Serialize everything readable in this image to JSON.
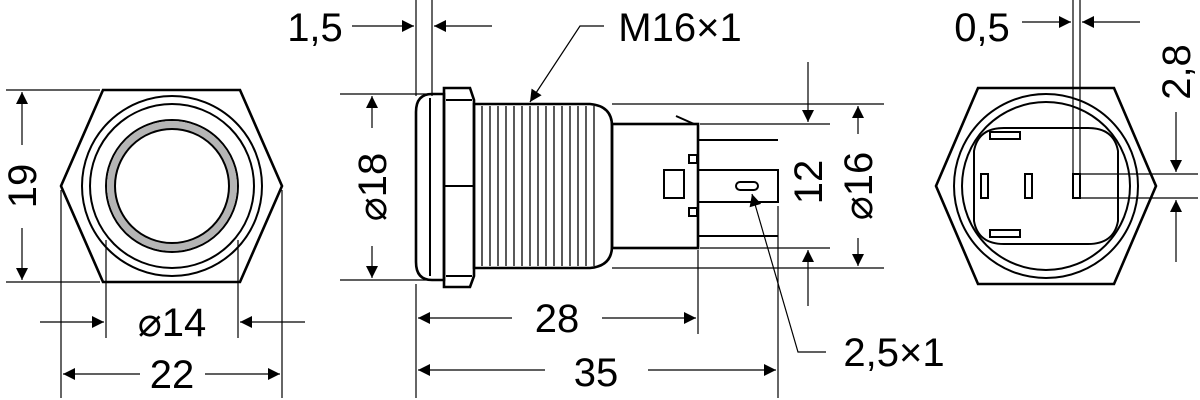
{
  "dimensions": {
    "front_height": "19",
    "front_diameter": "⌀14",
    "front_width": "22",
    "flange_thickness": "1,5",
    "thread": "M16×1",
    "flange_diameter": "⌀18",
    "body_length": "28",
    "overall_length": "35",
    "terminal_span": "12",
    "body_diameter": "⌀16",
    "terminal_size": "2,5×1",
    "terminal_thickness": "0,5",
    "terminal_width": "2,8"
  }
}
